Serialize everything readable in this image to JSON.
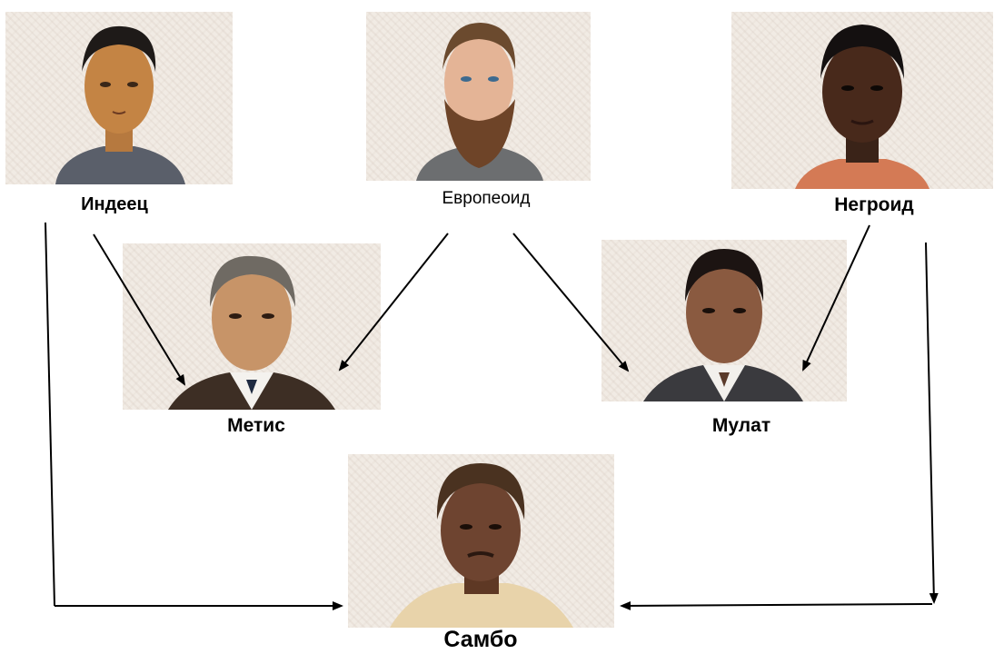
{
  "nodes": {
    "indian": {
      "label": "Индеец"
    },
    "european": {
      "label": "Европеоид"
    },
    "negroid": {
      "label": "Негроид"
    },
    "mestizo": {
      "label": "Метис"
    },
    "mulatto": {
      "label": "Мулат"
    },
    "sambo": {
      "label": "Самбо"
    }
  },
  "icons": [
    "portrait-indian",
    "portrait-european",
    "portrait-negroid",
    "portrait-mestizo",
    "portrait-mulatto",
    "portrait-sambo"
  ],
  "colors": {
    "paper": "#f1ebe4",
    "arrow": "#000000"
  }
}
